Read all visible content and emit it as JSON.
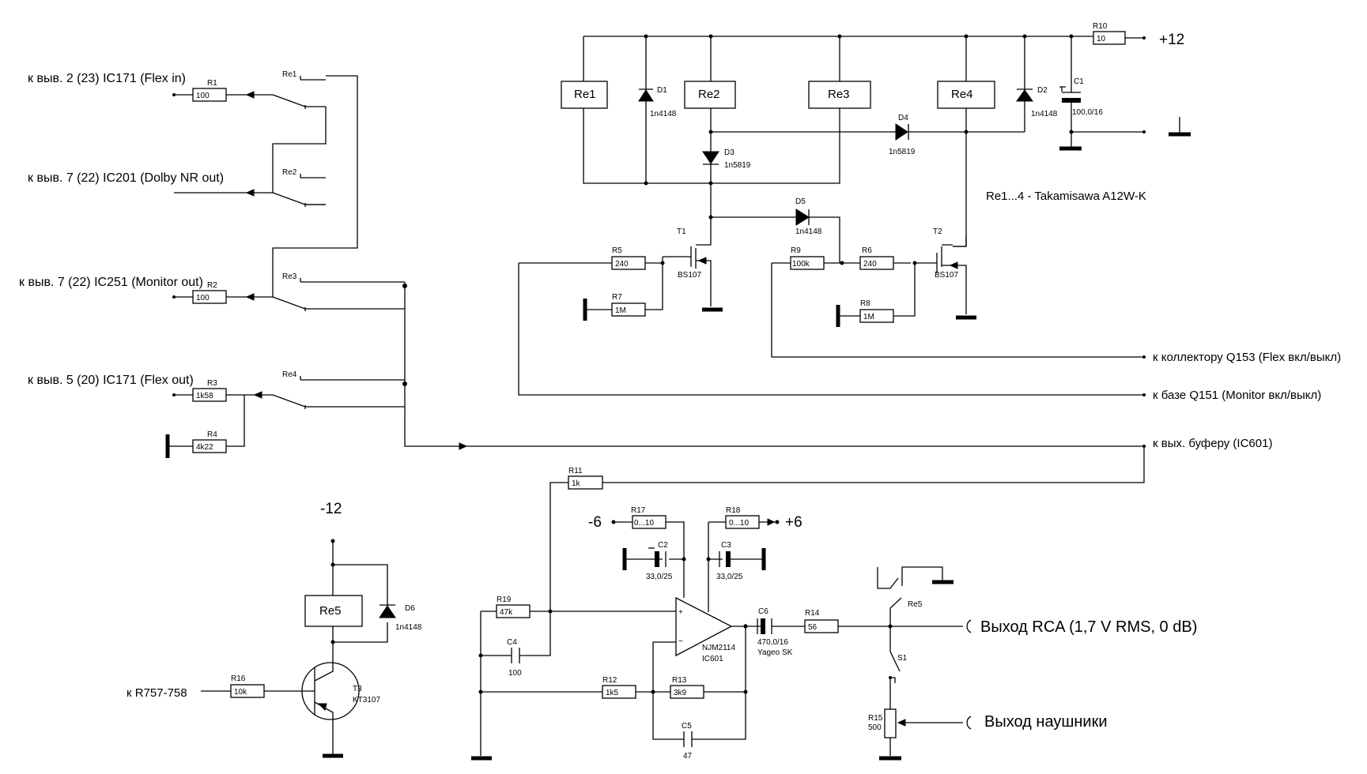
{
  "inputs": {
    "flex_in": "к выв. 2 (23) IC171 (Flex in)",
    "dolby_out": "к выв. 7 (22) IC201 (Dolby NR out)",
    "monitor_out": "к выв. 7 (22) IC251 (Monitor out)",
    "flex_out": "к выв. 5 (20) IC171 (Flex out)",
    "r757": "к R757-758"
  },
  "outputs": {
    "q153": "к коллектору Q153 (Flex вкл/выкл)",
    "q151": "к базе Q151 (Monitor вкл/выкл)",
    "buffer": "к вых. буферу (IC601)",
    "rca": "Выход RCA (1,7 V RMS, 0 dB)",
    "phones": "Выход наушники"
  },
  "power": {
    "p12": "+12",
    "m12": "-12",
    "m6": "-6",
    "p6": "+6"
  },
  "note": "Re1...4 - Takamisawa A12W-K",
  "relays": {
    "re1": "Re1",
    "re2": "Re2",
    "re3": "Re3",
    "re4": "Re4",
    "re5": "Re5"
  },
  "resistors": {
    "r1": {
      "name": "R1",
      "value": "100"
    },
    "r2": {
      "name": "R2",
      "value": "100"
    },
    "r3": {
      "name": "R3",
      "value": "1k58"
    },
    "r4": {
      "name": "R4",
      "value": "4k22"
    },
    "r5": {
      "name": "R5",
      "value": "240"
    },
    "r6": {
      "name": "R6",
      "value": "240"
    },
    "r7": {
      "name": "R7",
      "value": "1M"
    },
    "r8": {
      "name": "R8",
      "value": "1M"
    },
    "r9": {
      "name": "R9",
      "value": "100k"
    },
    "r10": {
      "name": "R10",
      "value": "10"
    },
    "r11": {
      "name": "R11",
      "value": "1k"
    },
    "r12": {
      "name": "R12",
      "value": "1k5"
    },
    "r13": {
      "name": "R13",
      "value": "3k9"
    },
    "r14": {
      "name": "R14",
      "value": "56"
    },
    "r15": {
      "name": "R15",
      "value": "500"
    },
    "r16": {
      "name": "R16",
      "value": "10k"
    },
    "r17": {
      "name": "R17",
      "value": "0...10"
    },
    "r18": {
      "name": "R18",
      "value": "0...10"
    },
    "r19": {
      "name": "R19",
      "value": "47k"
    }
  },
  "diodes": {
    "d1": {
      "name": "D1",
      "value": "1n4148"
    },
    "d2": {
      "name": "D2",
      "value": "1n4148"
    },
    "d3": {
      "name": "D3",
      "value": "1n5819"
    },
    "d4": {
      "name": "D4",
      "value": "1n5819"
    },
    "d5": {
      "name": "D5",
      "value": "1n4148"
    },
    "d6": {
      "name": "D6",
      "value": "1n4148"
    }
  },
  "capacitors": {
    "c1": {
      "name": "C1",
      "value": "100,0/16"
    },
    "c2": {
      "name": "C2",
      "value": "33,0/25"
    },
    "c3": {
      "name": "C3",
      "value": "33,0/25"
    },
    "c4": {
      "name": "C4",
      "value": "100"
    },
    "c5": {
      "name": "C5",
      "value": "47"
    },
    "c6": {
      "name": "C6",
      "value": "470,0/16",
      "extra": "Yageo SK"
    }
  },
  "transistors": {
    "t1": {
      "name": "T1",
      "value": "BS107"
    },
    "t2": {
      "name": "T2",
      "value": "BS107"
    },
    "t3": {
      "name": "T3",
      "value": "KT3107"
    }
  },
  "ic": {
    "name": "IC601",
    "part": "NJM2114",
    "plus": "+",
    "minus": "−"
  },
  "switch": {
    "s1": "S1"
  }
}
